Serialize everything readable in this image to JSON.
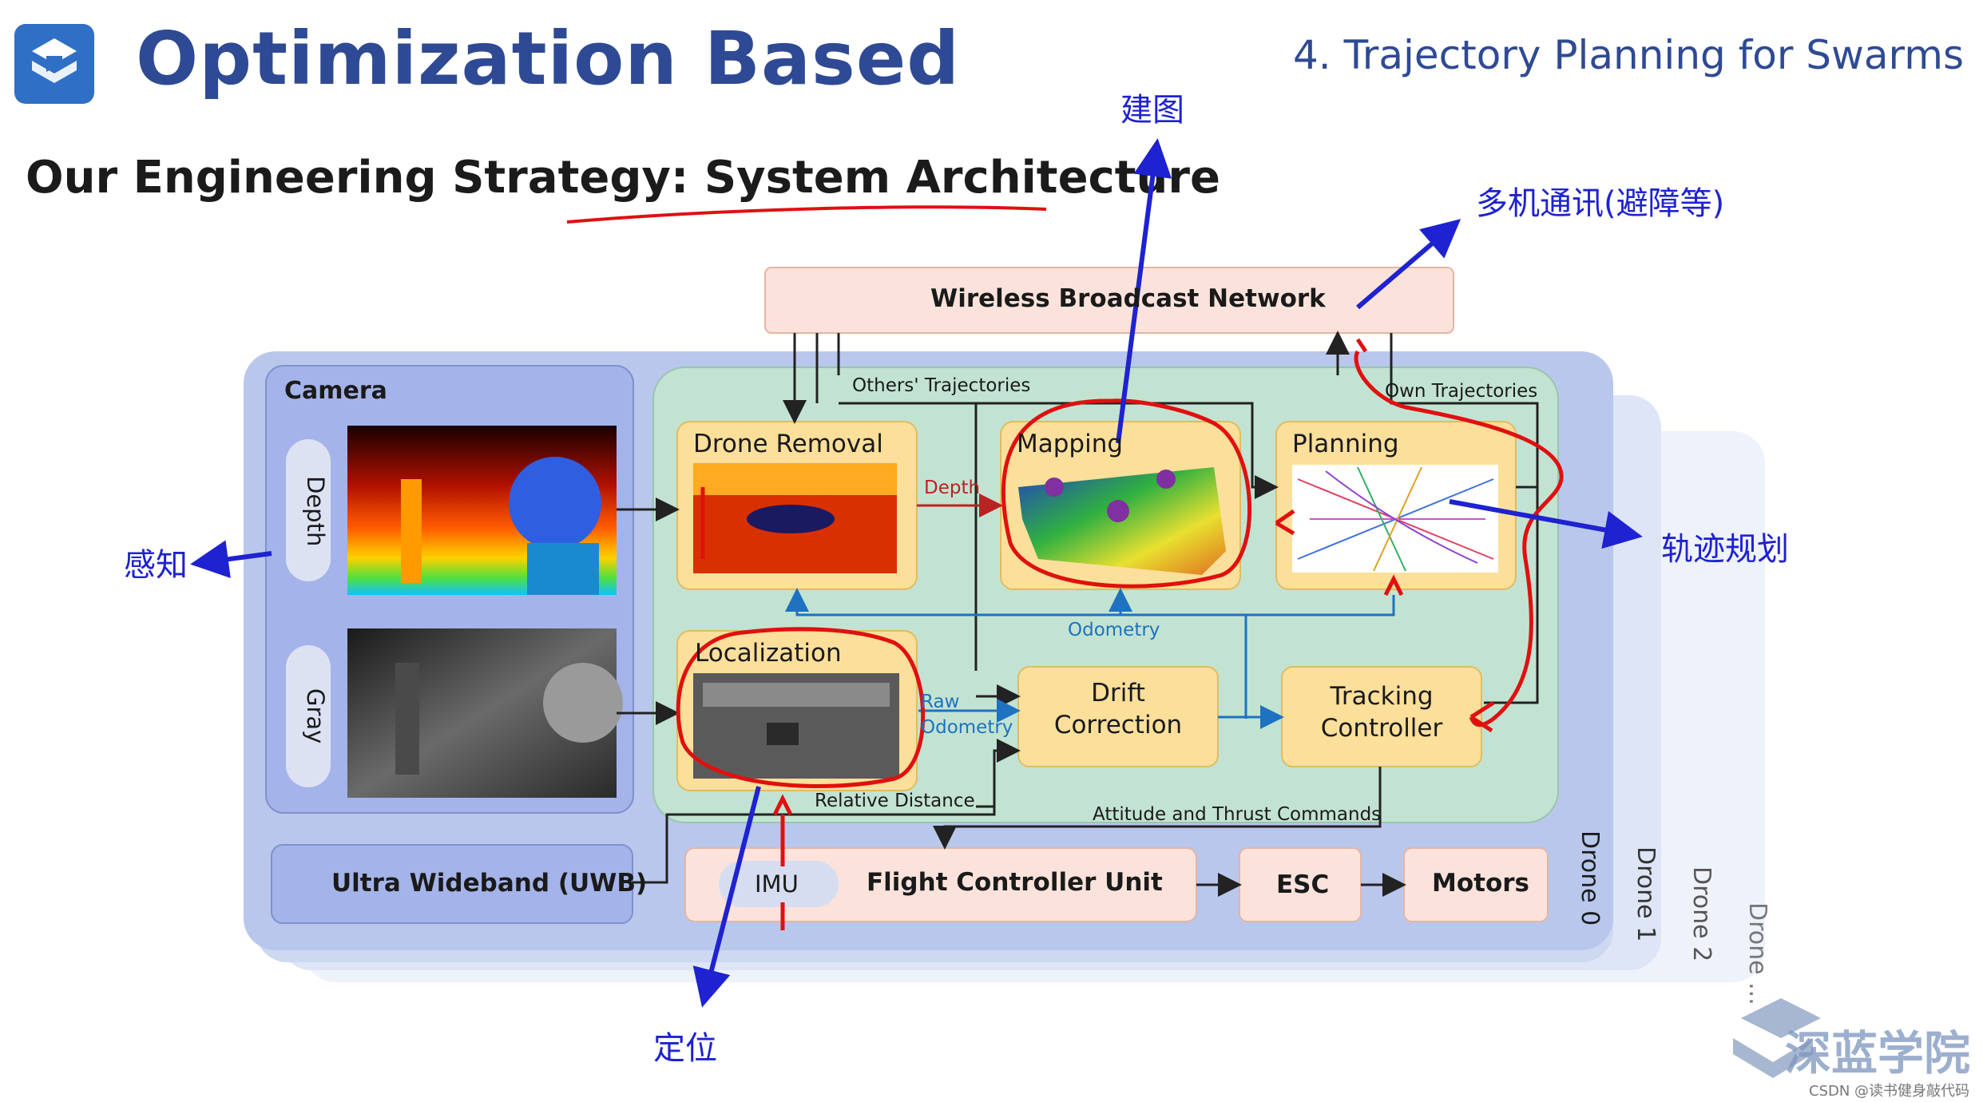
{
  "header": {
    "title": "Optimization Based",
    "section": "4. Trajectory Planning for Swarms",
    "subtitle": "Our Engineering Strategy: System Architecture"
  },
  "diagram": {
    "network": "Wireless Broadcast Network",
    "camera": "Camera",
    "depth": "Depth",
    "gray": "Gray",
    "uwb": "Ultra Wideband (UWB)",
    "drone_removal": "Drone Removal",
    "mapping": "Mapping",
    "planning": "Planning",
    "localization": "Localization",
    "drift": [
      "Drift",
      "Correction"
    ],
    "tracking": [
      "Tracking",
      "Controller"
    ],
    "fcu": "Flight Controller Unit",
    "imu": "IMU",
    "esc": "ESC",
    "motors": "Motors",
    "others_traj": "Others' Trajectories",
    "own_traj": "Own Trajectories",
    "depth_edge": "Depth",
    "odometry_edge": "Odometry",
    "raw": "Raw",
    "raw_odometry": "Odometry",
    "relative_distance": "Relative Distance",
    "attitude": "Attitude and Thrust Commands",
    "drones": [
      "Drone 0",
      "Drone 1",
      "Drone 2",
      "Drone ..."
    ]
  },
  "annotations": {
    "mapping_cn": "建图",
    "comm_cn": "多机通讯(避障等)",
    "perception_cn": "感知",
    "trajectory_cn": "轨迹规划",
    "localization_cn": "定位"
  },
  "watermark": {
    "brand": "深蓝学院",
    "credit": "CSDN @读书健身敲代码"
  },
  "colors": {
    "title_blue": "#2f4a94",
    "annotation_blue": "#1e22d0",
    "annotation_red": "#e01010",
    "outer_panel": "#b9c7ec",
    "green_panel": "#c3e3d2",
    "yellow_box": "#fbdf9a",
    "pink_box": "#fbe3dc",
    "camera_panel": "#a4b4ea"
  }
}
